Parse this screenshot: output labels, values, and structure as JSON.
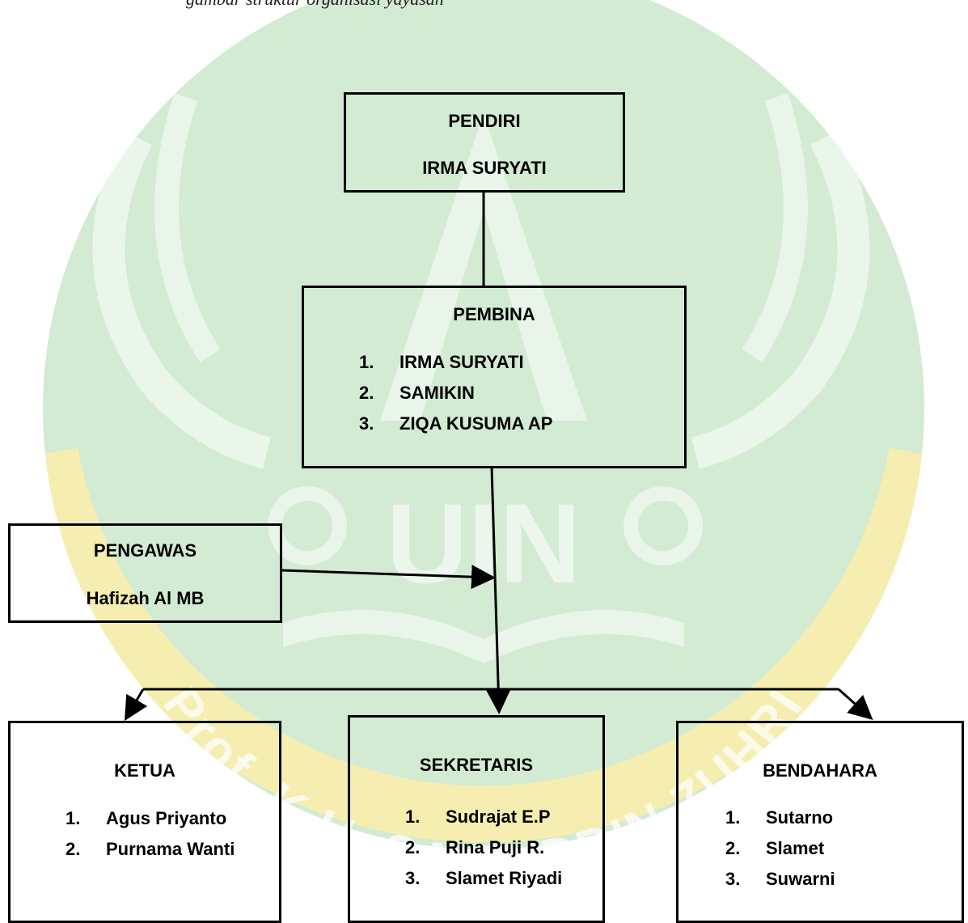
{
  "caption": "gambar struktur organisasi yayasan",
  "watermark": {
    "emblem_text": "UIN",
    "arc_text": "Prof. K.H. SAIFUDDIN ZUHRI",
    "colors": {
      "green": "#cfe7cf",
      "yellow": "#f7efb0"
    }
  },
  "nodes": {
    "pendiri": {
      "title": "PENDIRI",
      "name": "IRMA SURYATI"
    },
    "pembina": {
      "title": "PEMBINA",
      "members": [
        {
          "num": "1.",
          "name": "IRMA SURYATI"
        },
        {
          "num": "2.",
          "name": "SAMIKIN"
        },
        {
          "num": "3.",
          "name": "ZIQA KUSUMA AP"
        }
      ]
    },
    "pengawas": {
      "title": "PENGAWAS",
      "name": "Hafizah Al MB"
    },
    "ketua": {
      "title": "KETUA",
      "members": [
        {
          "num": "1.",
          "name": "Agus Priyanto"
        },
        {
          "num": "2.",
          "name": "Purnama Wanti"
        }
      ]
    },
    "sekretaris": {
      "title": "SEKRETARIS",
      "members": [
        {
          "num": "1.",
          "name": "Sudrajat E.P"
        },
        {
          "num": "2.",
          "name": "Rina Puji R."
        },
        {
          "num": "3.",
          "name": "Slamet Riyadi"
        }
      ]
    },
    "bendahara": {
      "title": "BENDAHARA",
      "members": [
        {
          "num": "1.",
          "name": "Sutarno"
        },
        {
          "num": "2.",
          "name": "Slamet"
        },
        {
          "num": "3.",
          "name": "Suwarni"
        }
      ]
    }
  },
  "edges": [
    {
      "from": "pendiri",
      "to": "pembina",
      "style": "line"
    },
    {
      "from": "pembina",
      "to": "sekretaris",
      "style": "arrow"
    },
    {
      "from": "pengawas",
      "to": "pembina",
      "style": "arrow"
    },
    {
      "from": "pembina",
      "to": "ketua",
      "style": "arrow"
    },
    {
      "from": "pembina",
      "to": "bendahara",
      "style": "arrow"
    }
  ]
}
